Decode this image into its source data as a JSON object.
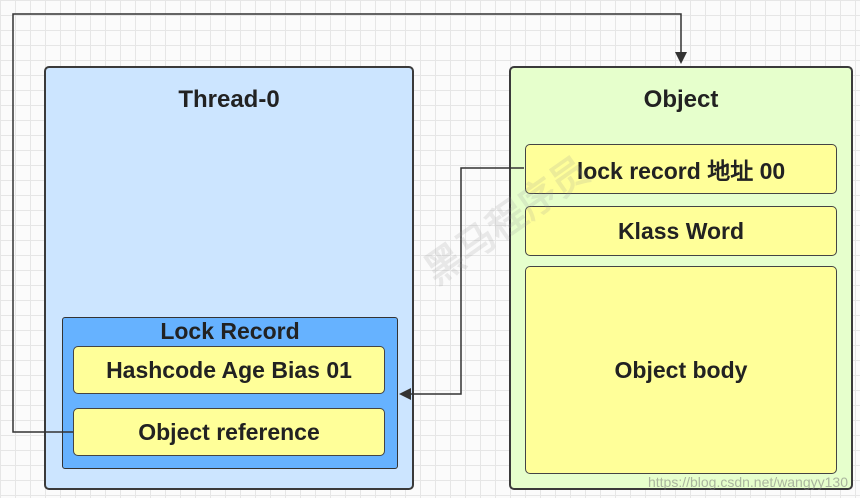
{
  "thread": {
    "title": "Thread-0",
    "lock_record": {
      "title": "Lock Record",
      "rows": [
        "Hashcode Age Bias 01",
        "Object reference"
      ]
    }
  },
  "object": {
    "title": "Object",
    "rows": [
      "lock record 地址 00",
      "Klass Word",
      "Object body"
    ]
  },
  "watermark": "黑马程序员",
  "credit": "https://blog.csdn.net/wangyy130",
  "colors": {
    "thread_bg": "#cce5ff",
    "lock_record_bg": "#66b2ff",
    "object_bg": "#e6ffcc",
    "cell_bg": "#ffff99",
    "line": "#333333"
  }
}
